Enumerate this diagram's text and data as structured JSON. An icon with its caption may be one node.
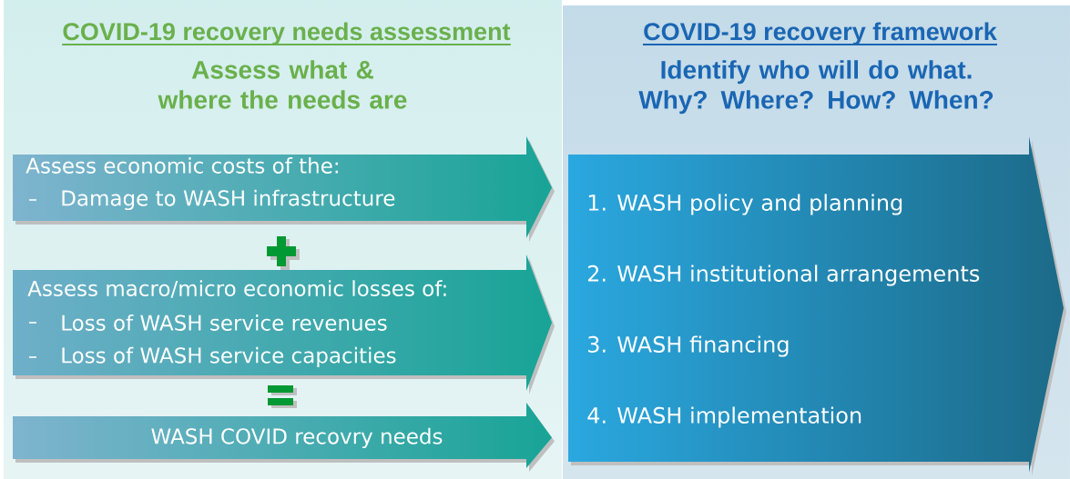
{
  "diagram": {
    "nodes": [
      {
        "text": [
          "COVID-19 recovery needs assessment",
          "Assess what & where the needs are"
        ]
      },
      {
        "text": [
          "Assess economic costs of the:",
          "Damage to WASH infrastructure"
        ],
        "in": 0
      },
      {
        "text": [
          "Assess macro/micro economic losses of:",
          "Loss of WASH service revenues",
          "Loss of WASH service capacities"
        ],
        "in": 0
      },
      {
        "text": [
          "WASH COVID recovry needs"
        ],
        "in": 0
      },
      {
        "text": [
          "COVID-19 recovery framework",
          "Identify who will do what. Why? Where? How? When?"
        ]
      },
      {
        "text": [
          "1. WASH policy and planning",
          "2. WASH institutional arrangements",
          "3. WASH financing",
          "4. WASH implementation"
        ],
        "in": 4
      }
    ]
  }
}
